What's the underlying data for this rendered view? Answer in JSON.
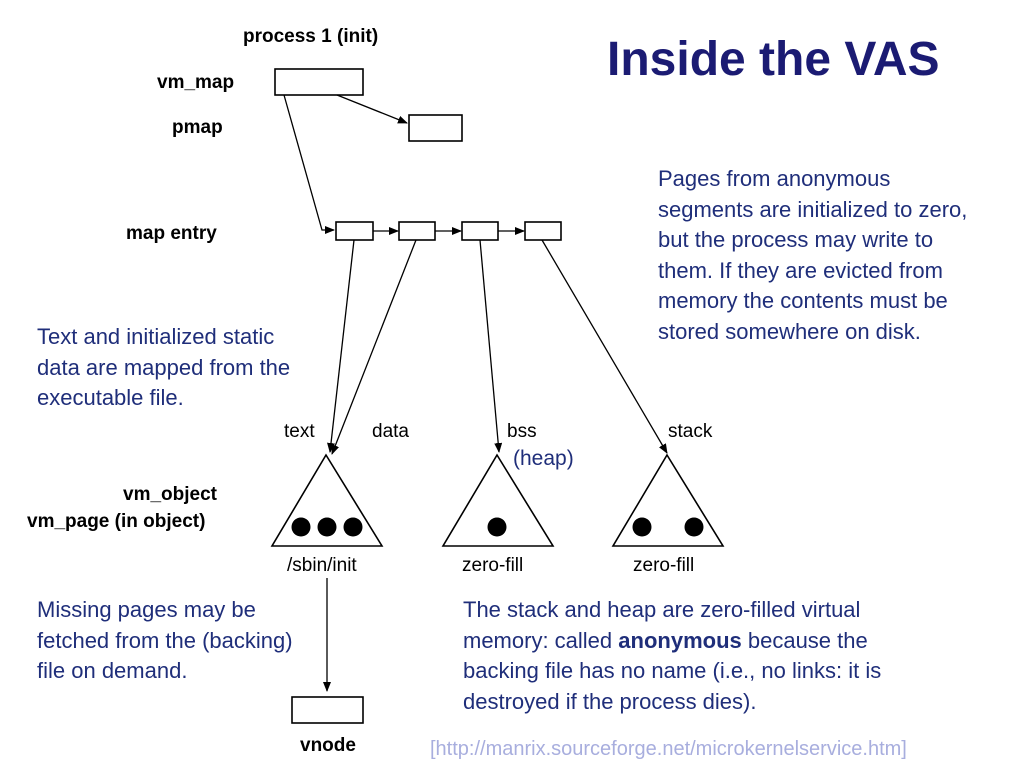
{
  "title": "Inside the VAS",
  "diagram": {
    "labels": {
      "process": "process 1 (init)",
      "vm_map": "vm_map",
      "pmap": "pmap",
      "map_entry": "map entry",
      "vm_object": "vm_object",
      "vm_page": "vm_page (in object)",
      "vnode": "vnode"
    },
    "segments": {
      "text": "text",
      "data": "data",
      "bss": "bss",
      "heap": "(heap)",
      "stack": "stack"
    },
    "objects": {
      "sbin_init": "/sbin/init",
      "zero_fill_1": "zero-fill",
      "zero_fill_2": "zero-fill"
    }
  },
  "notes": {
    "anonymous_pages": "Pages from anonymous segments are initialized to zero, but the process may write to them.  If they are evicted from memory the contents must be stored somewhere on disk.",
    "text_data": "Text and initialized static data are mapped from the executable file.",
    "missing_pages": "Missing pages may be fetched from the (backing) file on demand.",
    "zero_fill_a": "The stack and heap are zero-filled virtual memory: called ",
    "zero_fill_bold": "anonymous",
    "zero_fill_b": " because the backing file has no name (i.e., no links: it is destroyed if the process dies)."
  },
  "source": "[http://manrix.sourceforge.net/microkernelservice.htm]"
}
